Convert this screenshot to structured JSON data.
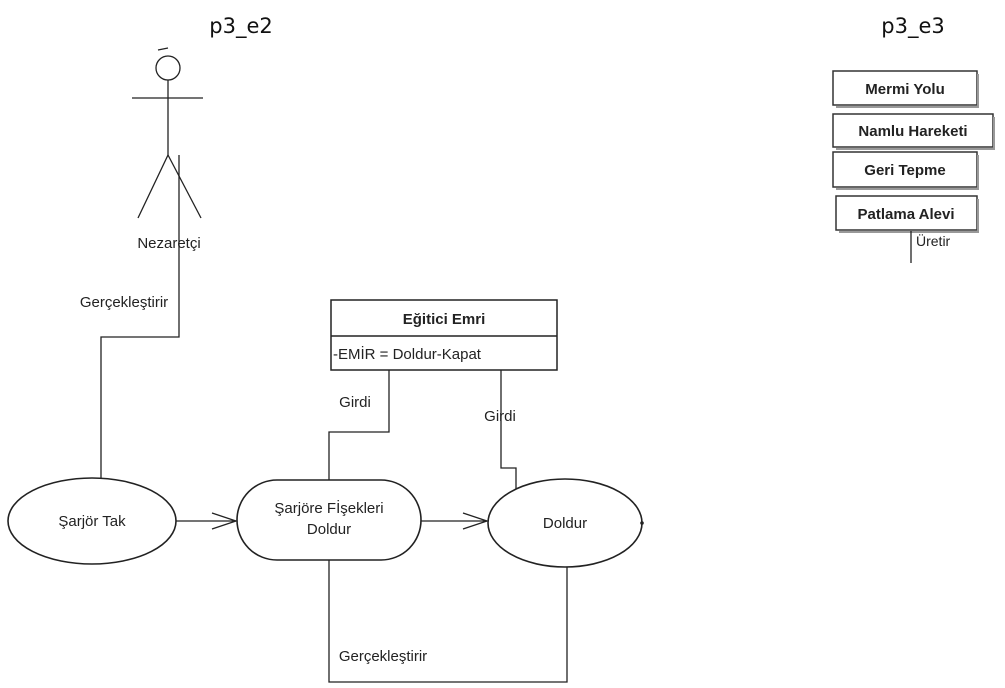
{
  "headers": {
    "left": "p3_e2",
    "right": "p3_e3"
  },
  "actor": {
    "label": "Nezaretçi"
  },
  "flows": {
    "realizes_top": "Gerçekleştirir",
    "input_left": "Girdi",
    "input_right": "Girdi",
    "realizes_bottom": "Gerçekleştirir",
    "produces": "Üretir"
  },
  "class_box": {
    "title": "Eğitici Emri",
    "attribute": "-EMİR = Doldur-Kapat"
  },
  "nodes": {
    "magazine": "Şarjör Tak",
    "fill_line1": "Şarjöre Fİşekleri",
    "fill_line2": "Doldur",
    "load": "Doldur"
  },
  "stack": {
    "items": [
      "Mermi Yolu",
      "Namlu Hareketi",
      "Geri Tepme",
      "Patlama Alevi"
    ]
  }
}
